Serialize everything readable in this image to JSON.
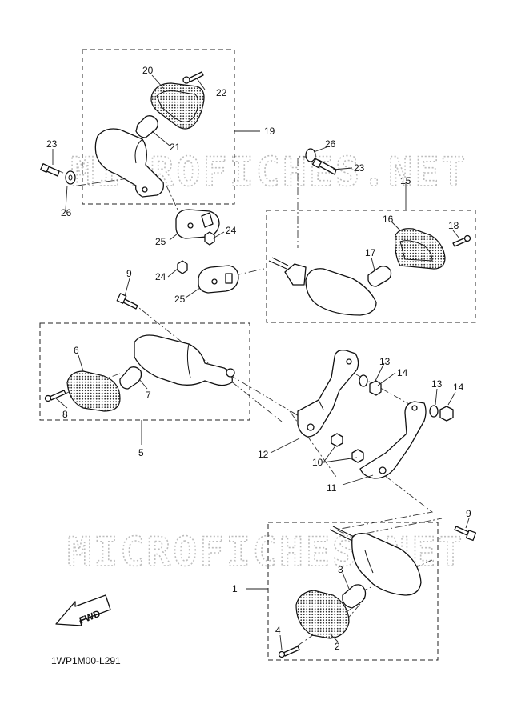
{
  "diagram": {
    "drawing_code": "1WP1M00-L291",
    "watermark": "MICROFICHES.NET",
    "direction_label": "FWD",
    "callouts": [
      "1",
      "2",
      "3",
      "4",
      "5",
      "6",
      "7",
      "8",
      "9",
      "10",
      "11",
      "12",
      "13",
      "14",
      "15",
      "16",
      "17",
      "18",
      "19",
      "20",
      "21",
      "22",
      "23",
      "24",
      "25",
      "26"
    ]
  }
}
